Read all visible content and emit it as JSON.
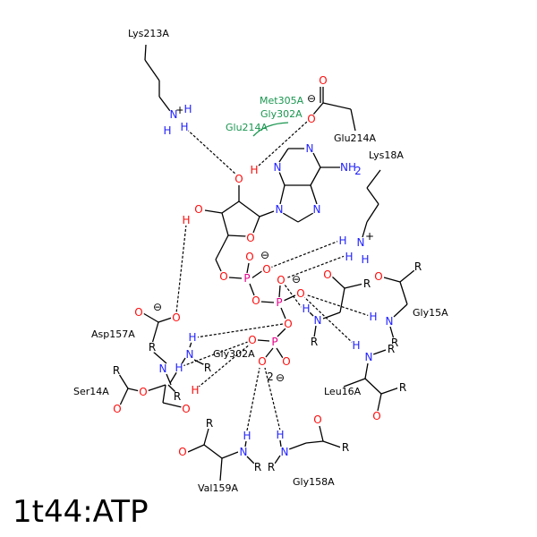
{
  "title": "1t44:ATP",
  "atoms": {
    "O": "O",
    "N": "N",
    "H": "H",
    "P": "P",
    "R": "R",
    "NH": "NH",
    "sub2": "2",
    "plus": "+",
    "minus": "⊖"
  },
  "residues": {
    "lys213": "Lys213A",
    "met305": "Met305A",
    "gly302_green": "Gly302A",
    "glu214_green": "Glu214A",
    "glu214": "Glu214A",
    "lys18": "Lys18A",
    "gly15": "Gly15A",
    "asp157": "Asp157A",
    "gly302": "Gly302A",
    "ser14": "Ser14A",
    "leu16": "Leu16A",
    "val159": "Val159A",
    "gly158": "Gly158A"
  },
  "colors": {
    "O": "#ff0d0d",
    "N": "#1f1fff",
    "P": "#e6008a",
    "H_polar": "#1f1fff",
    "H_hydroxyl": "#ff0d0d",
    "bond": "#000000",
    "label_green": "#1a9650"
  }
}
